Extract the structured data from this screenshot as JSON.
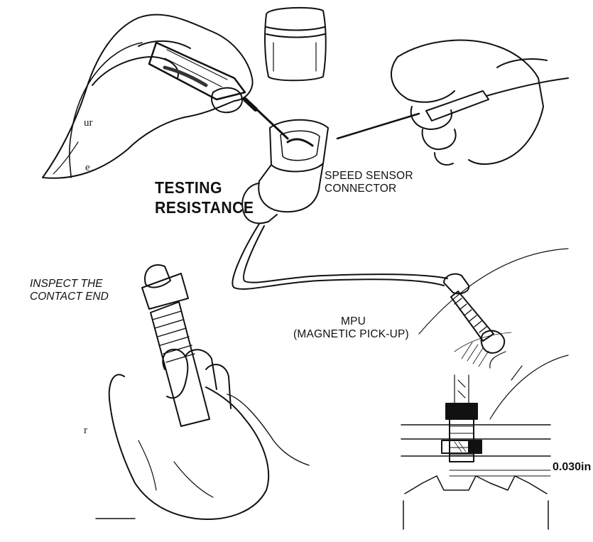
{
  "labels": {
    "title_line1": "TESTING",
    "title_line2": "RESISTANCE",
    "connector_line1": "SPEED SENSOR",
    "connector_line2": "CONNECTOR",
    "mpu_line1": "MPU",
    "mpu_line2": "(MAGNETIC PICK-UP)",
    "inspect_line1": "INSPECT THE",
    "inspect_line2": "CONTACT END",
    "gap_value": "0.030in"
  },
  "edge_fragments": {
    "frag1": "ur",
    "frag2": "e",
    "frag3": "r"
  },
  "colors": {
    "ink": "#111111",
    "background": "#ffffff"
  }
}
